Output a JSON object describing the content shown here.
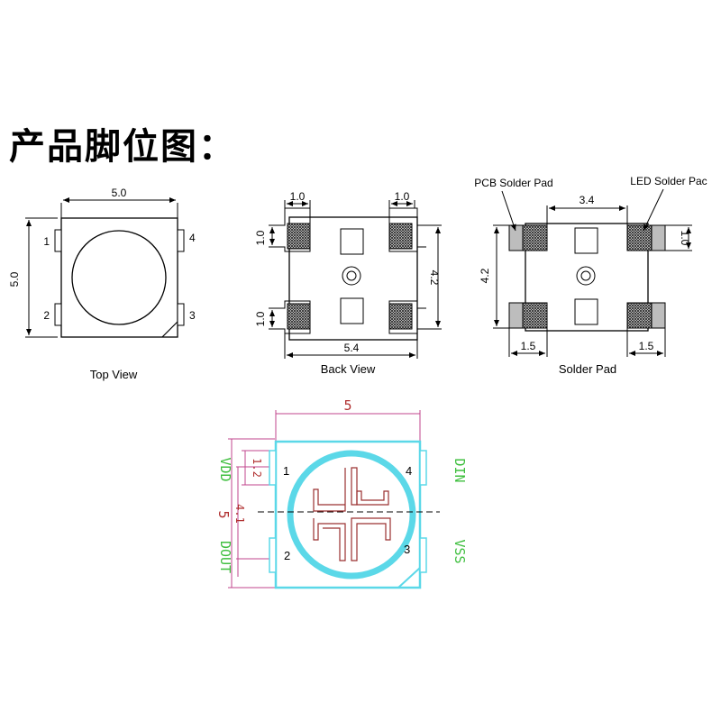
{
  "title": "产品脚位图：",
  "top_view": {
    "caption": "Top View",
    "width_dim": "5.0",
    "height_dim": "5.0",
    "pins": [
      "1",
      "2",
      "3",
      "4"
    ]
  },
  "back_view": {
    "caption": "Back View",
    "pad_w_top_left": "1.0",
    "pad_w_top_right": "1.0",
    "pad_h_upper": "1.0",
    "pad_h_lower": "1.0",
    "height_dim": "4.2",
    "width_dim": "5.4"
  },
  "solder_pad": {
    "caption": "Solder Pad",
    "pcb_label": "PCB Solder Pad",
    "led_label": "LED Solder Pac",
    "width_dim": "3.4",
    "height_dim": "4.2",
    "pad_h": "1.0",
    "pad_w_left": "1.5",
    "pad_w_right": "1.5"
  },
  "pinout": {
    "width_dim": "5",
    "height_dim": "5",
    "pad_dim": "1.2",
    "pitch_dim": "4.1",
    "pins": [
      "1",
      "2",
      "3",
      "4"
    ],
    "signals": {
      "vdd": "VDD",
      "dout": "DOUT",
      "din": "DIN",
      "vss": "VSS"
    },
    "colors": {
      "outline": "#5bd8e8",
      "dimension": "#c0448c",
      "signal": "#3fbf3f",
      "dim_text": "#b03030"
    }
  }
}
